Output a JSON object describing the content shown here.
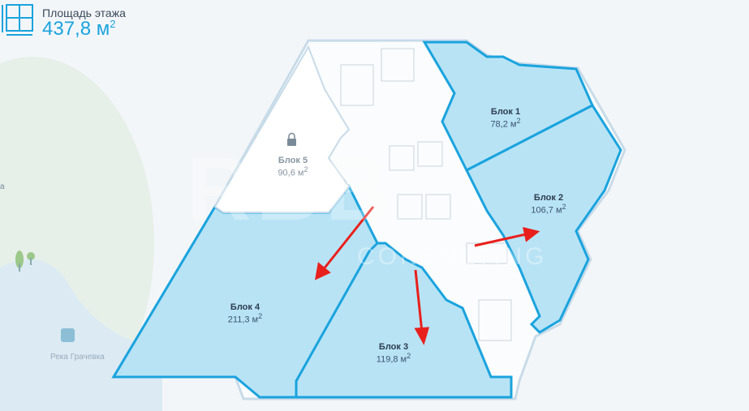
{
  "header": {
    "label": "Площадь этажа",
    "value": "437,8 м",
    "unit_sup": "2",
    "icon": "floor-plan-icon"
  },
  "map": {
    "river_label": "Река Грачевка",
    "partial_label": "а"
  },
  "watermark": {
    "logo": "RBB",
    "sub": "CONSULTING"
  },
  "blocks": [
    {
      "name": "Блок 1",
      "area": "78,2 м",
      "sup": "2",
      "status": "available"
    },
    {
      "name": "Блок 2",
      "area": "106,7 м",
      "sup": "2",
      "status": "available"
    },
    {
      "name": "Блок 3",
      "area": "119,8 м",
      "sup": "2",
      "status": "available"
    },
    {
      "name": "Блок 4",
      "area": "211,3 м",
      "sup": "2",
      "status": "available"
    },
    {
      "name": "Блок 5",
      "area": "90,6 м",
      "sup": "2",
      "status": "locked"
    }
  ],
  "colors": {
    "accent": "#1aa3de",
    "block_fill": "#b8e3f5",
    "arrow": "#e8201c"
  }
}
